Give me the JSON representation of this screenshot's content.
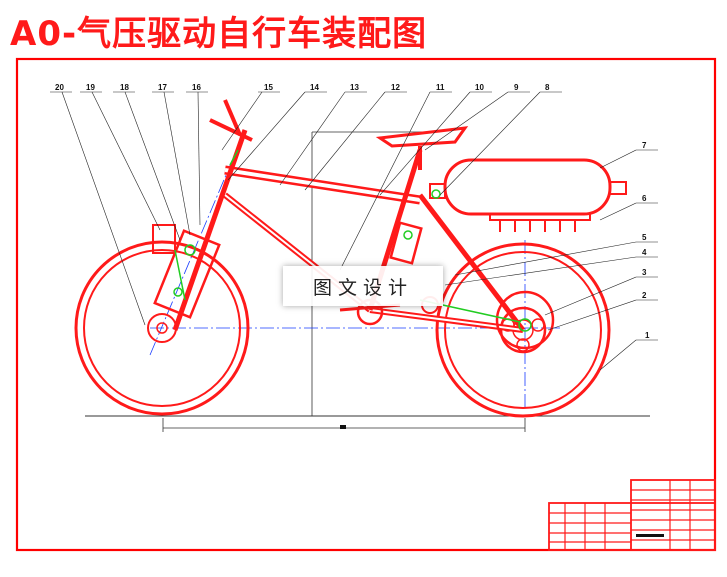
{
  "title": "A0-气压驱动自行车装配图",
  "watermark": "图文设计",
  "part_numbers": [
    "20",
    "19",
    "18",
    "17",
    "16",
    "15",
    "14",
    "13",
    "12",
    "11",
    "10",
    "9",
    "8",
    "7",
    "6",
    "5",
    "4",
    "3",
    "2",
    "1"
  ],
  "colors": {
    "drawing": "#ff1a1a",
    "center_lines": "#1a3cff",
    "accent": "#22cc22",
    "frame": "#ff0000"
  }
}
